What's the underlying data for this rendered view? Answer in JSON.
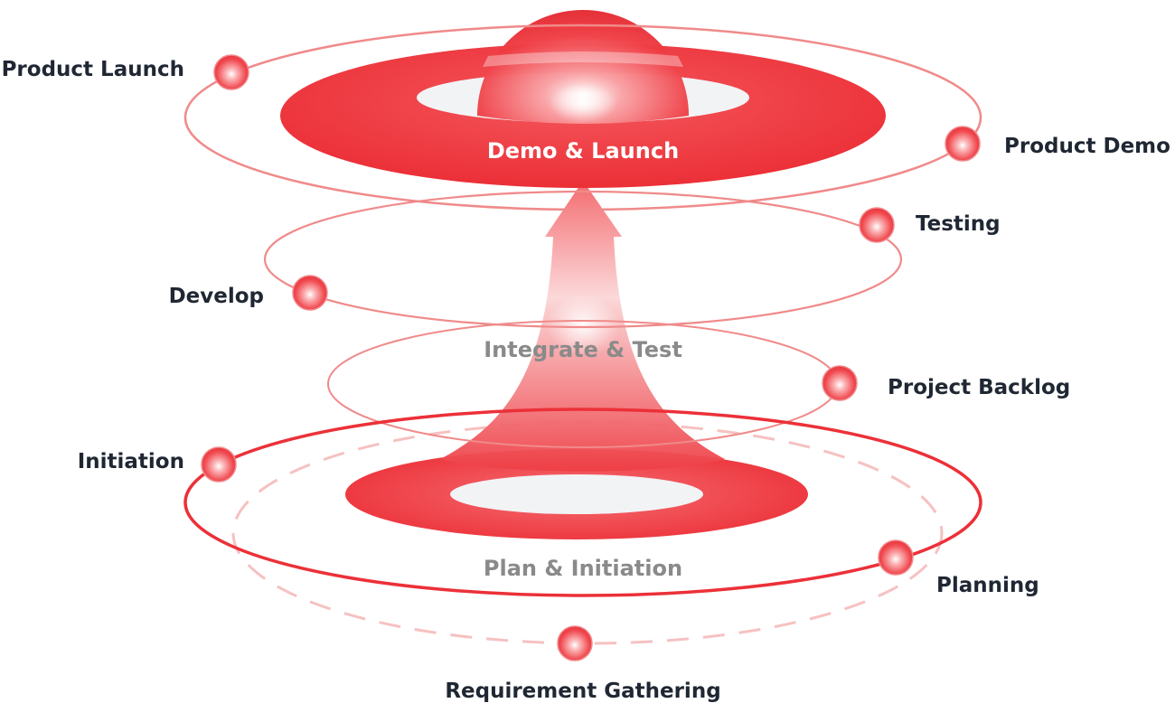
{
  "phases": {
    "top": "Demo & Launch",
    "middle": "Integrate & Test",
    "bottom": "Plan & Initiation"
  },
  "steps": {
    "product_launch": "Product Launch",
    "product_demo": "Product Demo",
    "testing": "Testing",
    "develop": "Develop",
    "project_backlog": "Project Backlog",
    "initiation": "Initiation",
    "planning": "Planning",
    "requirement_gathering": "Requirement Gathering"
  },
  "colors": {
    "accent": "#ef3b42",
    "ring": "#f08a8a",
    "label": "#1f2733",
    "muted_label": "#8a8a8a"
  }
}
